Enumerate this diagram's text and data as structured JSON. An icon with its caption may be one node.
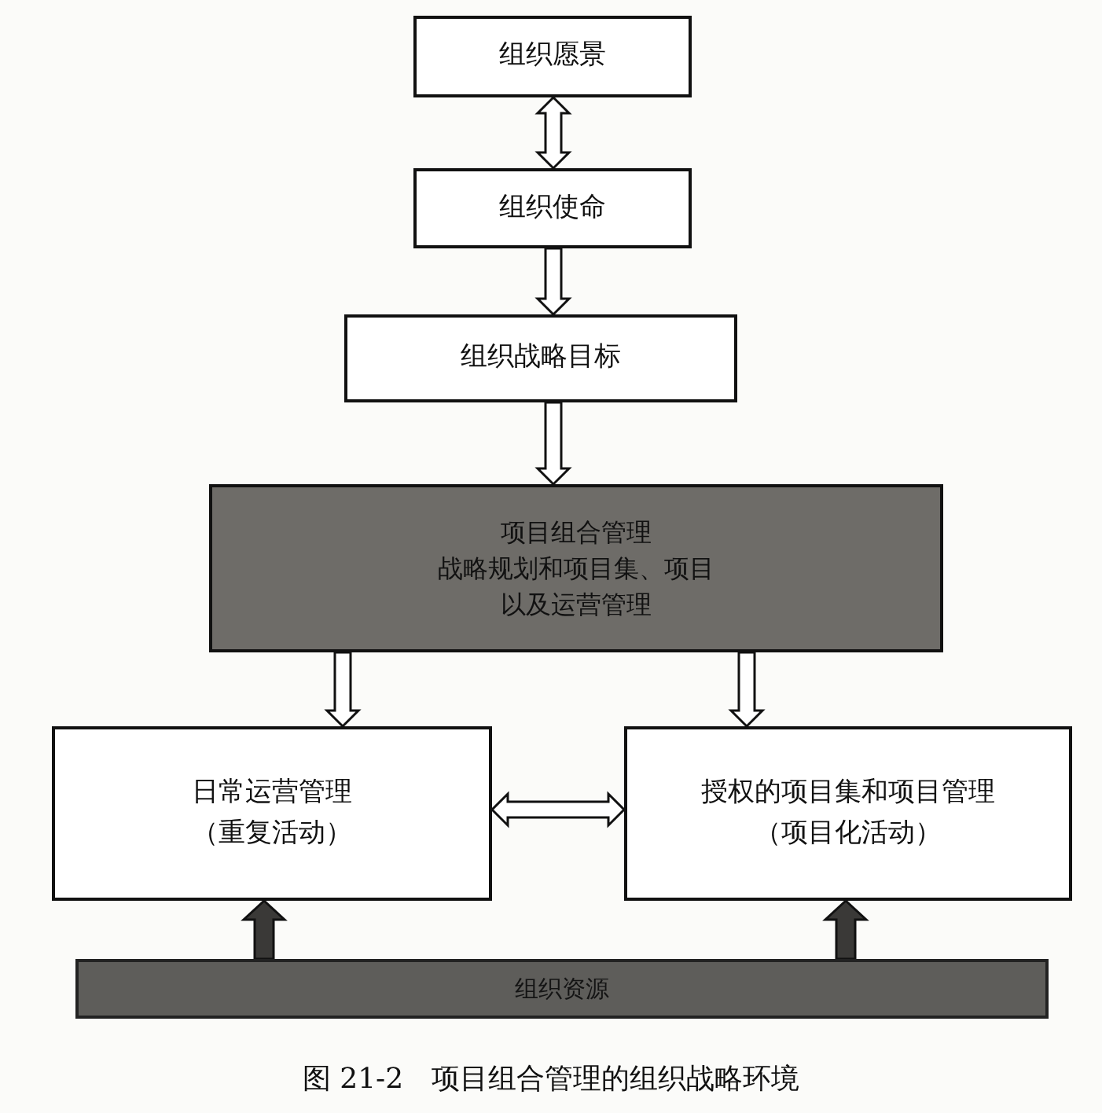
{
  "diagram": {
    "caption": "图 21-2　项目组合管理的组织战略环境",
    "nodes": [
      {
        "text": [
          "组织愿景"
        ]
      },
      {
        "text": [
          "组织使命"
        ]
      },
      {
        "text": [
          "组织战略目标"
        ]
      },
      {
        "text": [
          "项目组合管理",
          "战略规划和项目集、项目以及运营管理"
        ]
      },
      {
        "text": [
          "日常运营管理",
          "（重复活动）"
        ]
      },
      {
        "text": [
          "授权的项目集和项目管理",
          "（项目化活动）"
        ]
      },
      {
        "text": [
          "组织资源"
        ]
      }
    ],
    "edges": [
      {
        "from": 0,
        "to": 1,
        "arrow": "both"
      },
      {
        "from": 1,
        "to": 2,
        "arrow": "to"
      },
      {
        "from": 2,
        "to": 3,
        "arrow": "to"
      },
      {
        "from": 3,
        "to": 4,
        "arrow": "to"
      },
      {
        "from": 3,
        "to": 5,
        "arrow": "to"
      },
      {
        "from": 4,
        "to": 5,
        "arrow": "both"
      },
      {
        "from": 6,
        "to": 4,
        "arrow": "to",
        "style": "thick"
      },
      {
        "from": 6,
        "to": 5,
        "arrow": "to",
        "style": "thick"
      }
    ]
  }
}
